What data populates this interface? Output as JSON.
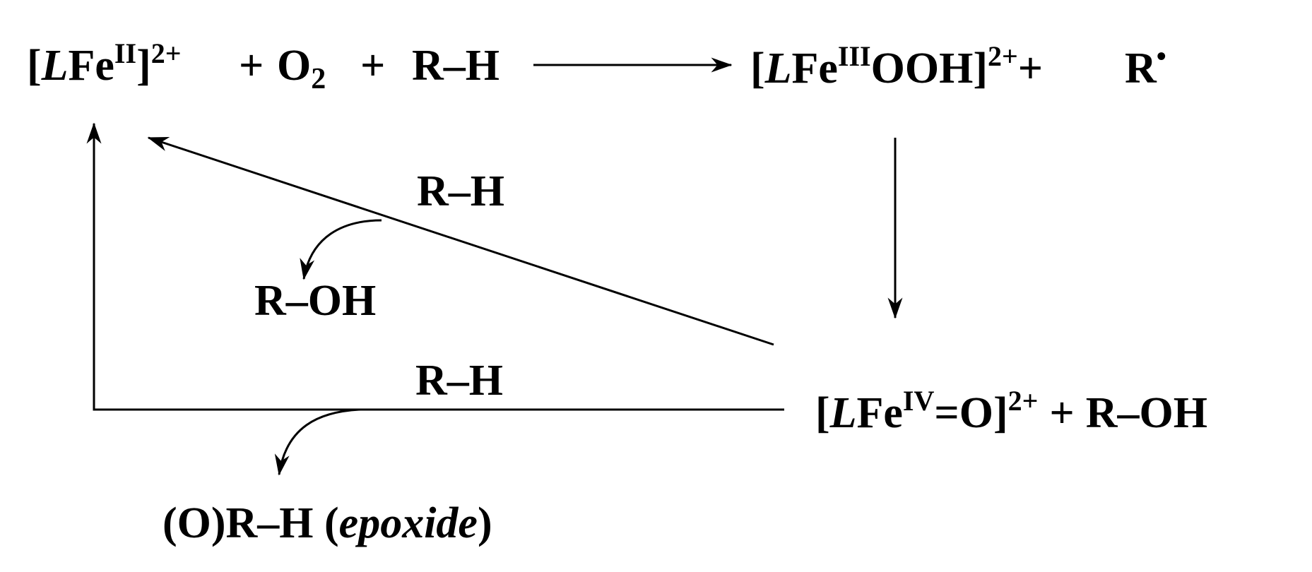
{
  "species": {
    "fe2": {
      "open": "[",
      "ligand": "L",
      "metal": "Fe",
      "oxidation": "II",
      "close": "]",
      "charge": "2+"
    },
    "o2": {
      "symbol": "O",
      "subscript": "2"
    },
    "fe3": {
      "open": "[",
      "ligand": "L",
      "metal": "Fe",
      "oxidation": "III",
      "group": "OOH",
      "close": "]",
      "charge": "2+"
    },
    "radical": {
      "symbol": "R",
      "dot": "•"
    },
    "fe4": {
      "open": "[",
      "ligand": "L",
      "metal": "Fe",
      "oxidation": "IV",
      "group": "=O",
      "close": "]",
      "charge": "2+"
    },
    "alcohol": "R–OH",
    "substrate": "R–H",
    "epoxide": {
      "prefix": "(O)R–H (",
      "name": "epoxide",
      "suffix": ")"
    }
  },
  "operators": {
    "plus": "+"
  },
  "colors": {
    "ink": "#000000",
    "background": "#ffffff"
  }
}
